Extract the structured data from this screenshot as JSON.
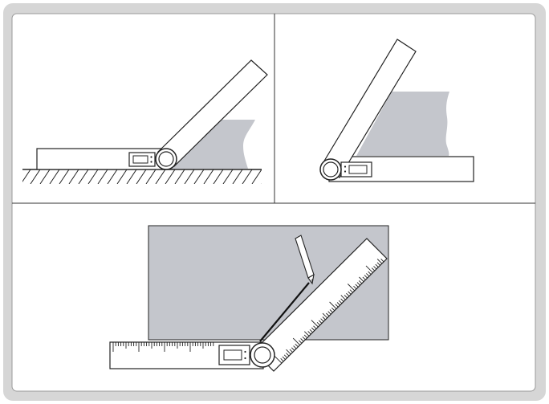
{
  "figure": {
    "panels": [
      {
        "id": "angle-on-floor"
      },
      {
        "id": "angle-inside-corner"
      },
      {
        "id": "angle-marking-with-pencil"
      }
    ],
    "colors": {
      "frame": "#d6d6d6",
      "stroke": "#222222",
      "workpiece": "#c4c6cc",
      "background": "#ffffff"
    },
    "icons": [
      "digital-protractor-icon",
      "pencil-icon"
    ]
  }
}
